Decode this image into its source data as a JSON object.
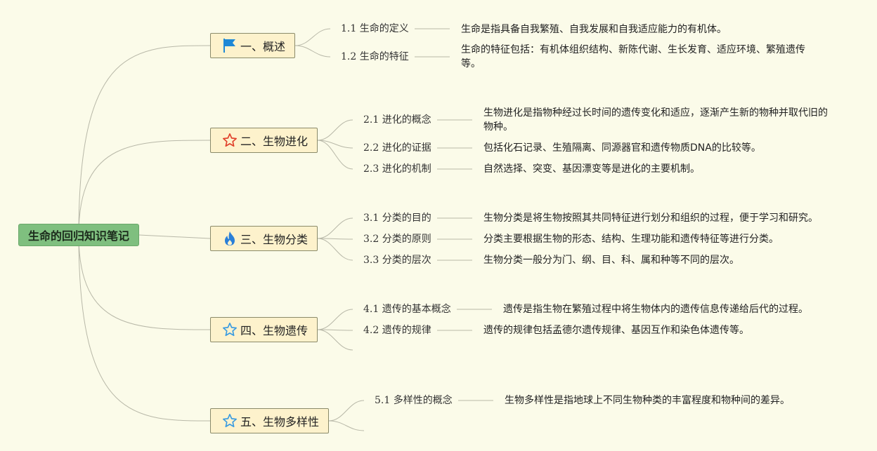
{
  "root": {
    "label": "生命的回归知识笔记"
  },
  "branches": [
    {
      "label": "一、概述",
      "icon": "flag-icon",
      "children": [
        {
          "label": "1.1 生命的定义",
          "text": "生命是指具备自我繁殖、自我发展和自我适应能力的有机体。"
        },
        {
          "label": "1.2 生命的特征",
          "text": "生命的特征包括：有机体组织结构、新陈代谢、生长发育、适应环境、繁殖遗传等。"
        }
      ]
    },
    {
      "label": "二、生物进化",
      "icon": "star-outline-red-icon",
      "children": [
        {
          "label": "2.1 进化的概念",
          "text": "生物进化是指物种经过长时间的遗传变化和适应，逐渐产生新的物种并取代旧的物种。"
        },
        {
          "label": "2.2 进化的证据",
          "text": "包括化石记录、生殖隔离、同源器官和遗传物质DNA的比较等。"
        },
        {
          "label": "2.3 进化的机制",
          "text": "自然选择、突变、基因漂变等是进化的主要机制。"
        }
      ]
    },
    {
      "label": "三、生物分类",
      "icon": "fire-icon",
      "children": [
        {
          "label": "3.1 分类的目的",
          "text": "生物分类是将生物按照其共同特征进行划分和组织的过程，便于学习和研究。"
        },
        {
          "label": "3.2 分类的原则",
          "text": "分类主要根据生物的形态、结构、生理功能和遗传特征等进行分类。"
        },
        {
          "label": "3.3 分类的层次",
          "text": "生物分类一般分为门、纲、目、科、属和种等不同的层次。"
        }
      ]
    },
    {
      "label": "四、生物遗传",
      "icon": "star-outline-blue-icon",
      "children": [
        {
          "label": "4.1 遗传的基本概念",
          "text": "遗传是指生物在繁殖过程中将生物体内的遗传信息传递给后代的过程。"
        },
        {
          "label": "4.2 遗传的规律",
          "text": "遗传的规律包括孟德尔遗传规律、基因互作和染色体遗传等。"
        }
      ]
    },
    {
      "label": "五、生物多样性",
      "icon": "star-outline-blue-icon",
      "children": [
        {
          "label": "5.1 多样性的概念",
          "text": "生物多样性是指地球上不同生物种类的丰富程度和物种间的差异。"
        }
      ]
    }
  ],
  "colors": {
    "background": "#fbfbe9",
    "root_fill": "#7fbf7f",
    "branch_fill": "#fdf2cc",
    "line": "#b8b8a8",
    "flag": "#1e88d6",
    "star_red": "#e0402a",
    "star_blue": "#3a9be0",
    "fire": "#2a7fd8"
  }
}
